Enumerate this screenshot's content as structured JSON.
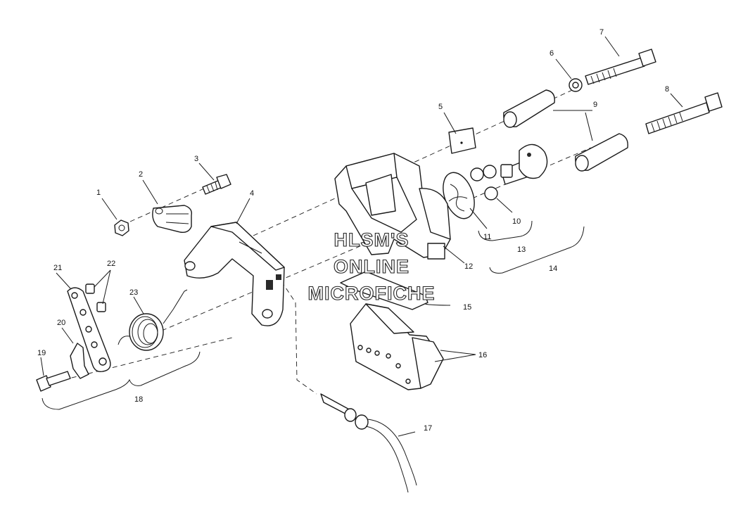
{
  "diagram": {
    "callouts": [
      {
        "id": "c1",
        "label": "1"
      },
      {
        "id": "c2",
        "label": "2"
      },
      {
        "id": "c3",
        "label": "3"
      },
      {
        "id": "c4",
        "label": "4"
      },
      {
        "id": "c5",
        "label": "5"
      },
      {
        "id": "c6",
        "label": "6"
      },
      {
        "id": "c7",
        "label": "7"
      },
      {
        "id": "c8",
        "label": "8"
      },
      {
        "id": "c9",
        "label": "9"
      },
      {
        "id": "c10",
        "label": "10"
      },
      {
        "id": "c11",
        "label": "11"
      },
      {
        "id": "c12",
        "label": "12"
      },
      {
        "id": "c13",
        "label": "13"
      },
      {
        "id": "c14",
        "label": "14"
      },
      {
        "id": "c15",
        "label": "15"
      },
      {
        "id": "c16",
        "label": "16"
      },
      {
        "id": "c17",
        "label": "17"
      },
      {
        "id": "c18",
        "label": "18"
      },
      {
        "id": "c19",
        "label": "19"
      },
      {
        "id": "c20",
        "label": "20"
      },
      {
        "id": "c21",
        "label": "21"
      },
      {
        "id": "c22",
        "label": "22"
      },
      {
        "id": "c23",
        "label": "23"
      }
    ],
    "watermark": {
      "line1": "HLSM'S",
      "line2": "ONLINE",
      "line3": "MICROFICHE"
    }
  }
}
